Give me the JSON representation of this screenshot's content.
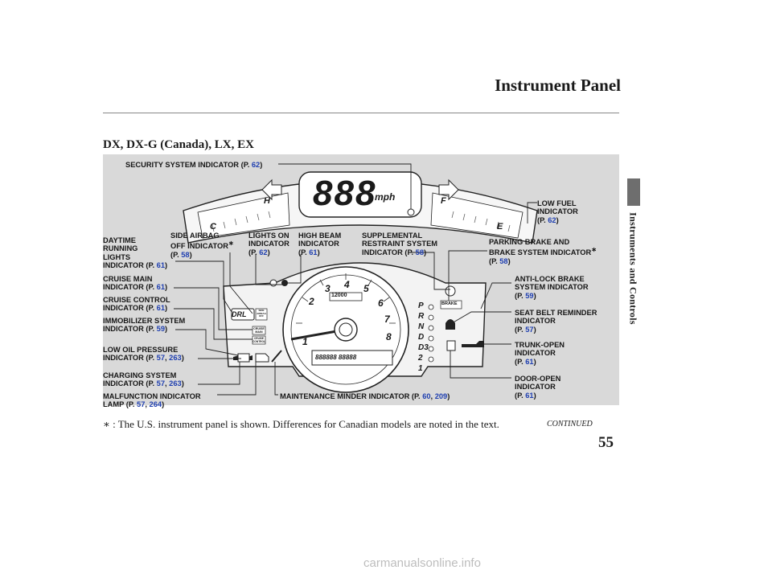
{
  "header": {
    "title": "Instrument Panel",
    "subtitle": "DX, DX-G (Canada), LX, EX",
    "side_tab": "Instruments and Controls"
  },
  "gauge": {
    "mph_unit": "mph",
    "speed_digits": "888",
    "odometer_display": "12000",
    "trip_display": "888888 88888",
    "gear_letters": [
      "P",
      "R",
      "N",
      "D",
      "D3",
      "2",
      "1"
    ],
    "temp_high": "H",
    "temp_cold": "C",
    "fuel_full": "F",
    "fuel_empty": "E",
    "tach_numbers": [
      "1",
      "2",
      "3",
      "4",
      "5",
      "6",
      "7",
      "8"
    ],
    "drl_badge": "DRL",
    "cruise_main_badge": "CRUISE\nMAIN",
    "cruise_control_badge": "CRUISE\nCONTROL",
    "brake_badge": "BRAKE",
    "side_airbag_badge": "SIDE\nAIRBAG\nOFF"
  },
  "callouts": {
    "security": {
      "text": "SECURITY SYSTEM INDICATOR",
      "pages": [
        "62"
      ]
    },
    "low_fuel": {
      "text": "LOW FUEL\nINDICATOR",
      "pages": [
        "62"
      ]
    },
    "drl": {
      "text": "DAYTIME\nRUNNING\nLIGHTS\nINDICATOR",
      "pages": [
        "61"
      ]
    },
    "side_airbag": {
      "text": "SIDE AIRBAG\nOFF INDICATOR",
      "pages": [
        "58"
      ]
    },
    "lights_on": {
      "text": "LIGHTS ON\nINDICATOR",
      "pages": [
        "62"
      ]
    },
    "high_beam": {
      "text": "HIGH BEAM\nINDICATOR",
      "pages": [
        "61"
      ]
    },
    "srs": {
      "text": "SUPPLEMENTAL\nRESTRAINT SYSTEM\nINDICATOR",
      "pages": [
        "58"
      ]
    },
    "parking_brake": {
      "text": "PARKING BRAKE AND\nBRAKE SYSTEM INDICATOR",
      "pages": [
        "58"
      ]
    },
    "cruise_main": {
      "text": "CRUISE MAIN\nINDICATOR",
      "pages": [
        "61"
      ]
    },
    "cruise_control": {
      "text": "CRUISE CONTROL\nINDICATOR",
      "pages": [
        "61"
      ]
    },
    "immobilizer": {
      "text": "IMMOBILIZER SYSTEM\nINDICATOR",
      "pages": [
        "59"
      ]
    },
    "low_oil": {
      "text": "LOW OIL PRESSURE\nINDICATOR",
      "pages": [
        "57",
        "263"
      ]
    },
    "charging": {
      "text": "CHARGING SYSTEM\nINDICATOR",
      "pages": [
        "57",
        "263"
      ]
    },
    "malfunction": {
      "text": "MALFUNCTION INDICATOR\nLAMP",
      "pages": [
        "57",
        "264"
      ]
    },
    "maintenance": {
      "text": "MAINTENANCE MINDER INDICATOR",
      "pages": [
        "60",
        "209"
      ]
    },
    "abs": {
      "text": "ANTI-LOCK BRAKE\nSYSTEM INDICATOR",
      "pages": [
        "59"
      ]
    },
    "seat_belt": {
      "text": "SEAT BELT REMINDER\nINDICATOR",
      "pages": [
        "57"
      ]
    },
    "trunk": {
      "text": "TRUNK-OPEN\nINDICATOR",
      "pages": [
        "61"
      ]
    },
    "door": {
      "text": "DOOR-OPEN\nINDICATOR",
      "pages": [
        "61"
      ]
    }
  },
  "footnote": "∗ :  The U.S. instrument panel is shown. Differences for Canadian models are noted in the text.",
  "continued": "CONTINUED",
  "page_number": "55",
  "watermark": "carmanualsonline.info",
  "colors": {
    "page_ref": "#1f3fb0",
    "panel_bg": "#d9d9d9",
    "side_tab": "#6e6e6e"
  }
}
